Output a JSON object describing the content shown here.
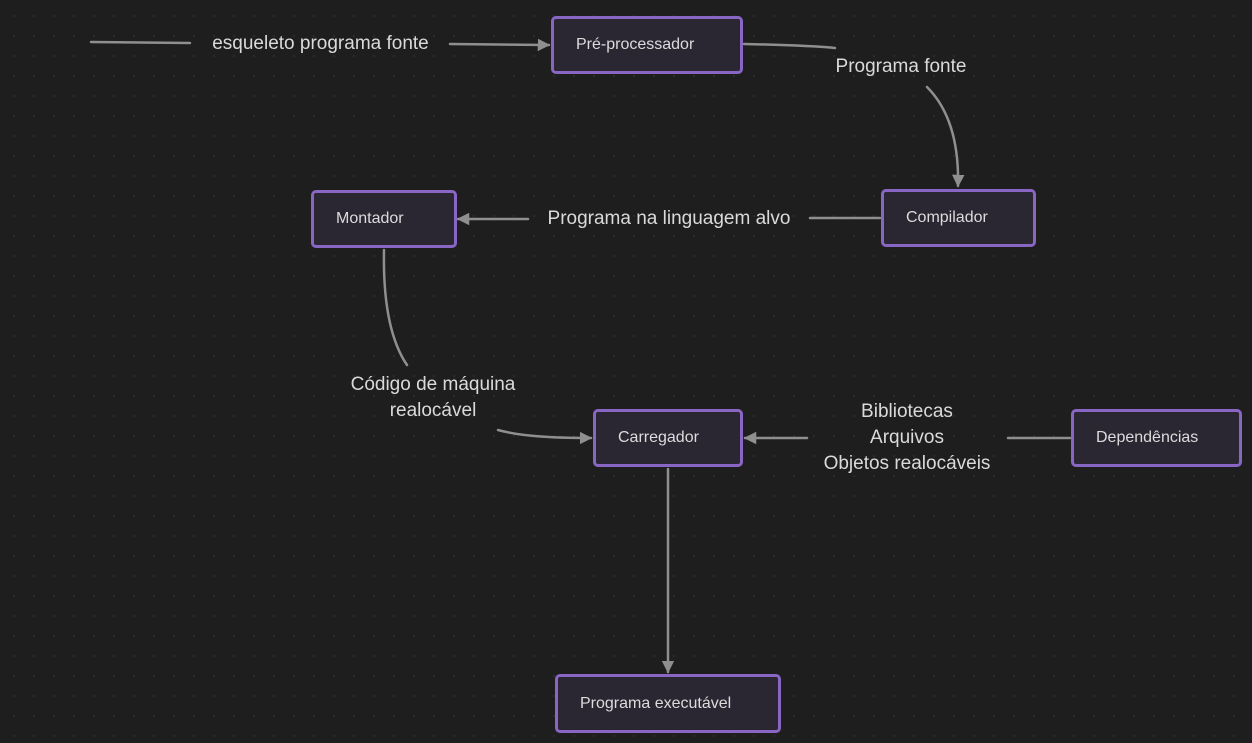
{
  "colors": {
    "background": "#1e1e1e",
    "node_border": "#8a66c4",
    "node_fill": "#2a2632",
    "edge": "#8f8f8f",
    "text": "#dcdcdc"
  },
  "nodes": {
    "preprocessador": "Pré-processador",
    "compilador": "Compilador",
    "montador": "Montador",
    "carregador": "Carregador",
    "dependencias": "Dependências",
    "programa_executavel": "Programa executável"
  },
  "edges": {
    "input_label": "esqueleto programa fonte",
    "pre_to_comp": "Programa fonte",
    "comp_to_mont": "Programa na linguagem alvo",
    "mont_to_carr": "Código de máquina\nrealocável",
    "dep_to_carr": "Bibliotecas\nArquivos\nObjetos realocáveis"
  }
}
